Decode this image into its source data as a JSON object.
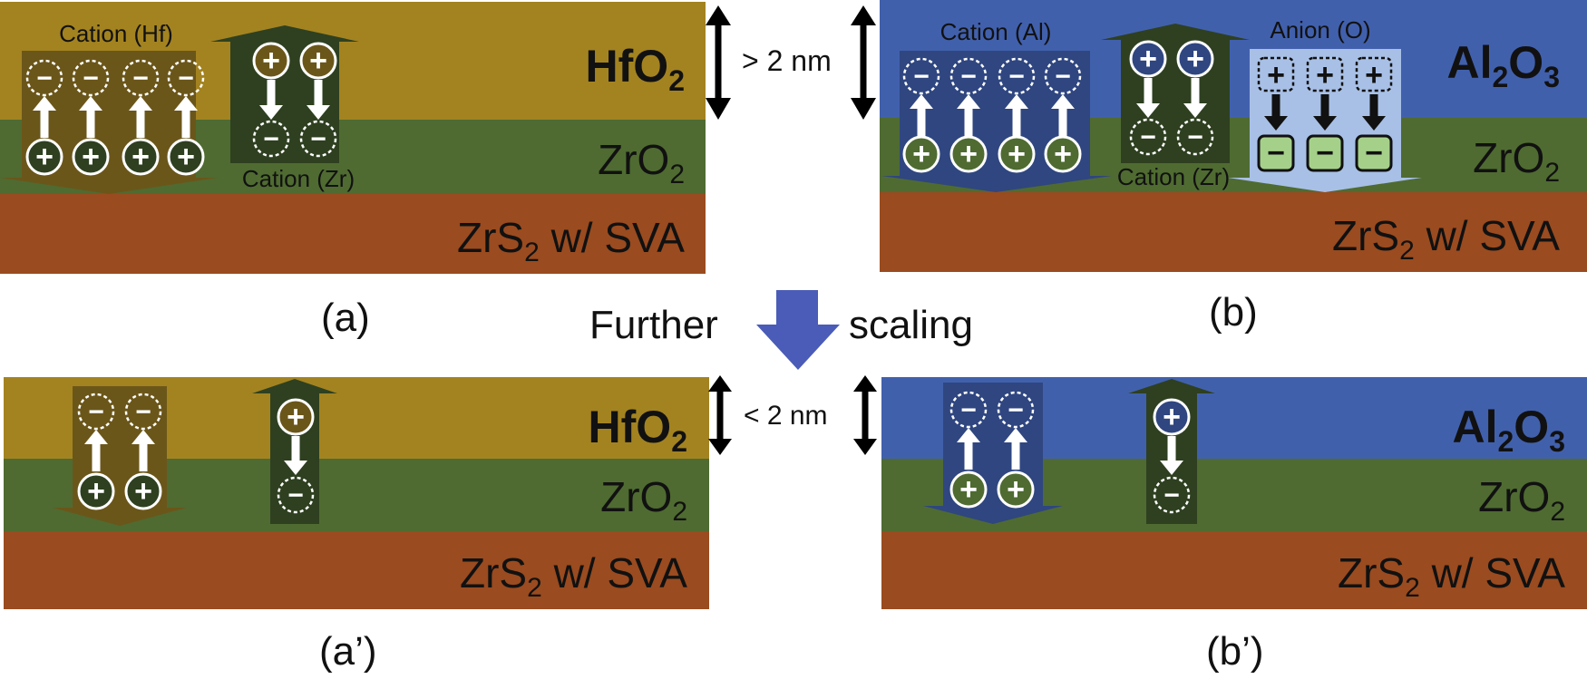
{
  "colors": {
    "hfo2": "#A38320",
    "al2o3": "#4160AC",
    "zro2": "#4F6B31",
    "zrs2": "#9A4B1F",
    "arrow_hf": "#6B561A",
    "arrow_zr": "#2E4020",
    "arrow_al": "#2F4680",
    "arrow_o": "#A8C0E6",
    "anion_box": "#A5D08A",
    "scaling_arrow": "#4A5CB8"
  },
  "panels": {
    "a": {
      "caption": "(a)",
      "top_layer": "HfO",
      "top_sub": "2",
      "mid_layer": "ZrO",
      "mid_sub": "2",
      "bottom_layer_pre": "ZrS",
      "bottom_sub": "2",
      "bottom_layer_post": " w/ SVA",
      "cation_label": "Cation (Hf)",
      "zr_label": "Cation (Zr)"
    },
    "b": {
      "caption": "(b)",
      "top_layer": "Al",
      "top_sub1": "2",
      "top_layer2": "O",
      "top_sub2": "3",
      "mid_layer": "ZrO",
      "mid_sub": "2",
      "bottom_layer_pre": "ZrS",
      "bottom_sub": "2",
      "bottom_layer_post": " w/ SVA",
      "cation_label": "Cation (Al)",
      "zr_label": "Cation (Zr)",
      "anion_label": "Anion (O)"
    },
    "a_prime": {
      "caption": "(a’)",
      "top_layer": "HfO",
      "top_sub": "2",
      "mid_layer": "ZrO",
      "mid_sub": "2",
      "bottom_layer_pre": "ZrS",
      "bottom_sub": "2",
      "bottom_layer_post": " w/ SVA"
    },
    "b_prime": {
      "caption": "(b’)",
      "top_layer": "Al",
      "top_sub1": "2",
      "top_layer2": "O",
      "top_sub2": "3",
      "mid_layer": "ZrO",
      "mid_sub": "2",
      "bottom_layer_pre": "ZrS",
      "bottom_sub": "2",
      "bottom_layer_post": " w/ SVA"
    }
  },
  "thickness": {
    "top": "> 2 nm",
    "bottom": "< 2 nm"
  },
  "scaling": {
    "left": "Further",
    "right": "scaling"
  },
  "symbols": {
    "plus": "+",
    "minus": "−"
  }
}
